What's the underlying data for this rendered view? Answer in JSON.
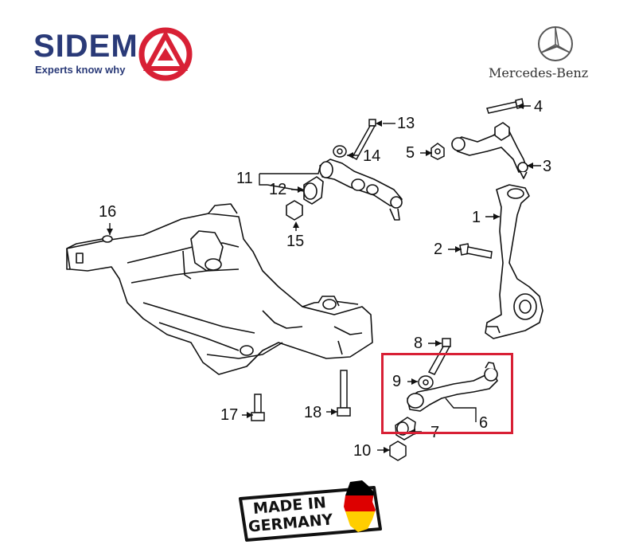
{
  "brand": {
    "name": "SIDEM",
    "tagline": "Experts know why",
    "color": "#2a3a78",
    "accent": "#d82035"
  },
  "manufacturer": {
    "name": "Mercedes-Benz"
  },
  "callouts": [
    "1",
    "2",
    "3",
    "4",
    "5",
    "6",
    "7",
    "8",
    "9",
    "10",
    "11",
    "12",
    "13",
    "14",
    "15",
    "16",
    "17",
    "18"
  ],
  "highlight": {
    "color": "#d82035",
    "parts": [
      "6",
      "7",
      "8",
      "9"
    ]
  },
  "badge": {
    "line1": "MADE IN",
    "line2": "GERMANY",
    "flag_colors": [
      "#000000",
      "#dd0000",
      "#ffce00"
    ]
  }
}
